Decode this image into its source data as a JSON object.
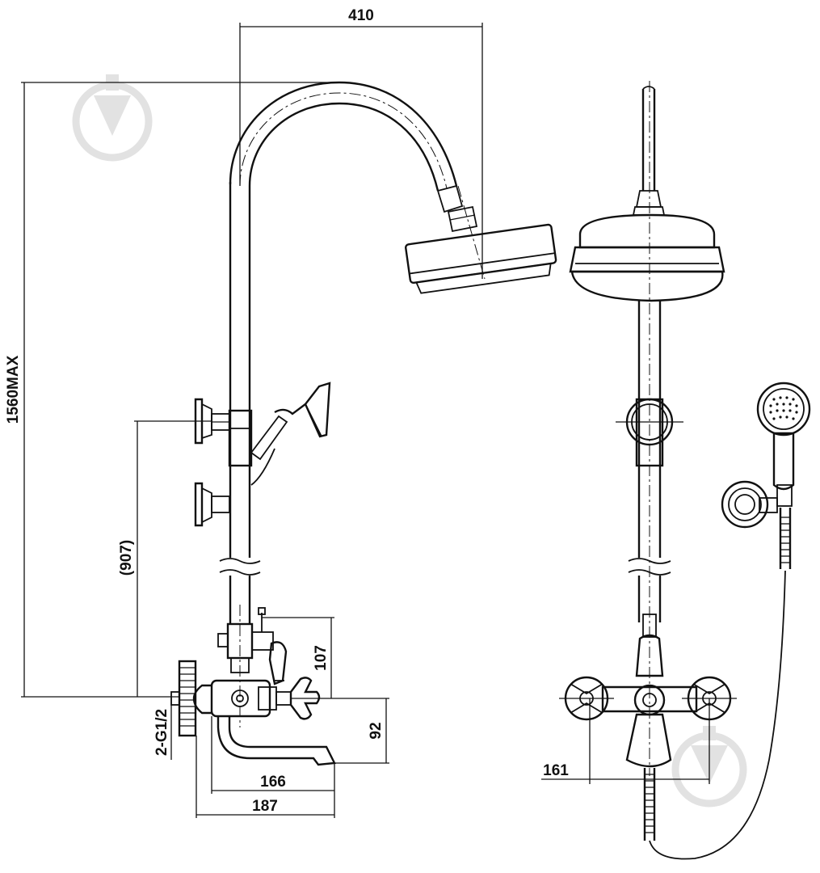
{
  "dimensions": {
    "arm_width": "410",
    "total_height": "1560MAX",
    "outlet_height": "(907)",
    "diverter_height": "107",
    "spout_drop": "92",
    "spout_reach": "166",
    "total_reach": "187",
    "inlet_thread": "2-G1/2",
    "inlet_spacing": "161"
  },
  "icons": {
    "watermark": "down-arrow-circle-icon"
  }
}
